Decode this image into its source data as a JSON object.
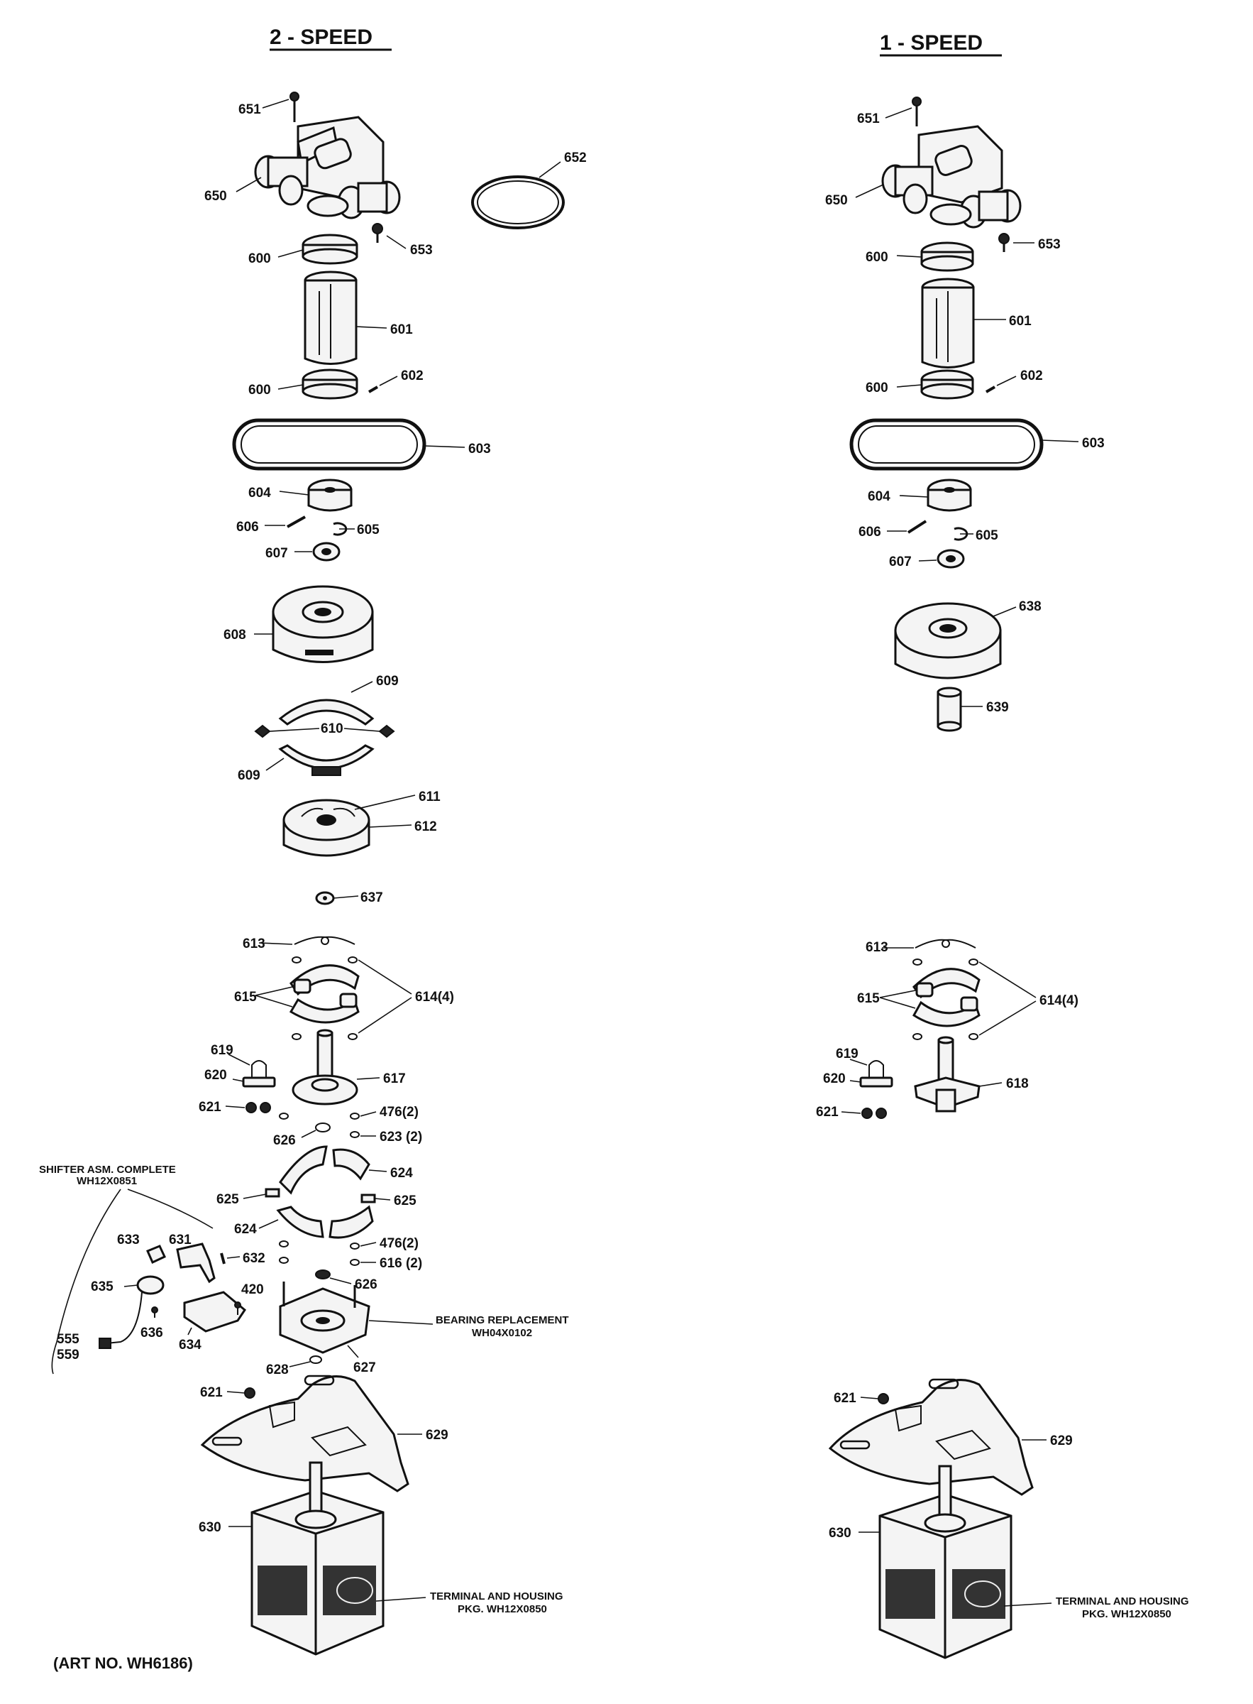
{
  "headers": {
    "left": "2 - SPEED",
    "right": "1 - SPEED"
  },
  "left_labels": {
    "p651": "651",
    "p650": "650",
    "p652": "652",
    "p653": "653",
    "p600a": "600",
    "p601": "601",
    "p600b": "600",
    "p602": "602",
    "p603": "603",
    "p604": "604",
    "p606": "606",
    "p605": "605",
    "p607": "607",
    "p608": "608",
    "p609a": "609",
    "p610": "610",
    "p609b": "609",
    "p611": "611",
    "p612": "612",
    "p637": "637",
    "p613": "613",
    "p615": "615",
    "p614": "614(4)",
    "p619": "619",
    "p620": "620",
    "p617": "617",
    "p621a": "621",
    "p476a": "476(2)",
    "p626a": "626",
    "p623": "623 (2)",
    "p624a": "624",
    "p625a": "625",
    "p625b": "625",
    "p624b": "624",
    "p632": "632",
    "p476b": "476(2)",
    "p616": "616 (2)",
    "p626b": "626",
    "p633": "633",
    "p631": "631",
    "p420": "420",
    "p635": "635",
    "p636": "636",
    "p634": "634",
    "p555": "555",
    "p559": "559",
    "p628": "628",
    "p627": "627",
    "p621b": "621",
    "p629": "629",
    "p630": "630"
  },
  "right_labels": {
    "p651": "651",
    "p650": "650",
    "p653": "653",
    "p600a": "600",
    "p601": "601",
    "p600b": "600",
    "p602": "602",
    "p603": "603",
    "p604": "604",
    "p606": "606",
    "p605": "605",
    "p607": "607",
    "p638": "638",
    "p639": "639",
    "p613": "613",
    "p615": "615",
    "p614": "614(4)",
    "p619": "619",
    "p620": "620",
    "p618": "618",
    "p621a": "621",
    "p621b": "621",
    "p629": "629",
    "p630": "630"
  },
  "notes": {
    "shifter_line1": "SHIFTER ASM. COMPLETE",
    "shifter_line2": "WH12X0851",
    "bearing_line1": "BEARING REPLACEMENT",
    "bearing_line2": "WH04X0102",
    "terminal_left_line1": "TERMINAL AND HOUSING",
    "terminal_left_line2": "PKG. WH12X0850",
    "terminal_right_line1": "TERMINAL AND HOUSING",
    "terminal_right_line2": "PKG. WH12X0850",
    "art_number": "(ART NO. WH6186)"
  }
}
